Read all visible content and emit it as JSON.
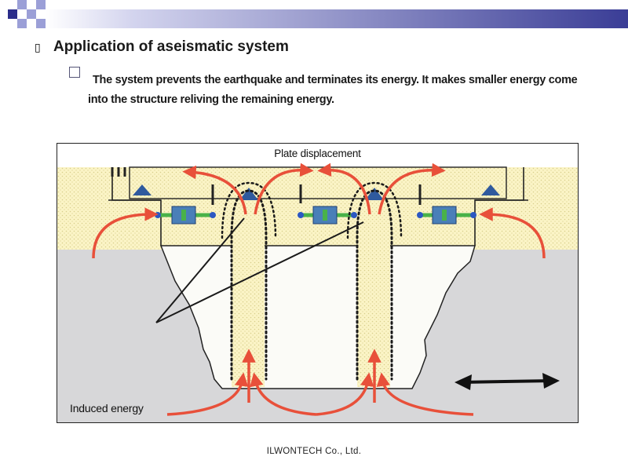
{
  "slide": {
    "heading": "Application of aseismatic system",
    "bullet_glyph": "▯",
    "sub_text": "The system prevents the earthquake and terminates its energy. It makes smaller energy come into the structure reliving the remaining energy.",
    "footer": "ILWONTECH  Co., Ltd."
  },
  "figure": {
    "plate_label": "Plate displacement",
    "induced_label": "Induced energy",
    "colors": {
      "soil": "#fbf4c6",
      "soil_dots": "#d8cf8c",
      "ground": "#d7d7d9",
      "energy_arrow": "#e8503a",
      "damper_body": "#4a7fb8",
      "damper_rod": "#49b249",
      "joint": "#2b57c2",
      "bearing": "#2f5a9e",
      "cyclic_arrow": "#111111"
    }
  },
  "theme": {
    "header_squares": [
      "#2b2d8a",
      "#9b9fd7"
    ],
    "band_start": "#ffffff",
    "band_end": "#3a3d96"
  }
}
